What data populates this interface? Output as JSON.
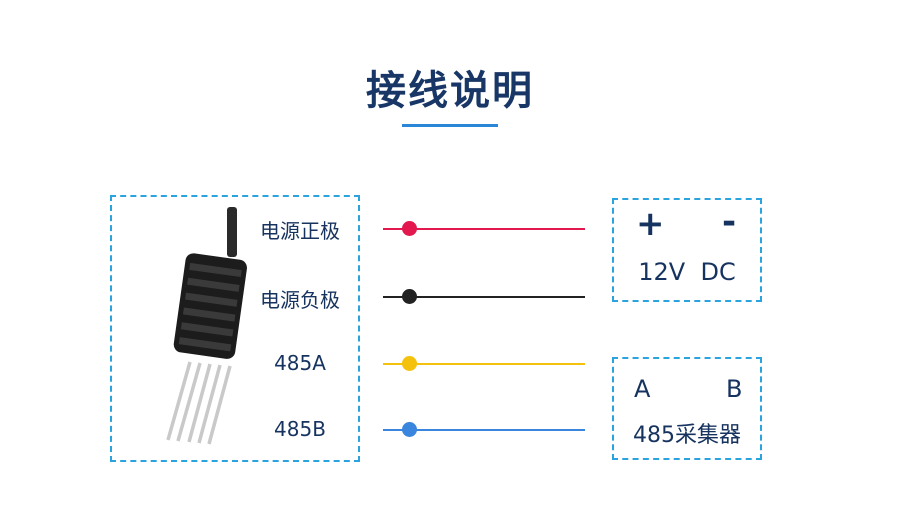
{
  "title": "接线说明",
  "sensor_labels": [
    "电源正极",
    "电源负极",
    "485A",
    "485B"
  ],
  "wire_colors": [
    "#e3184f",
    "#222222",
    "#f4c20d",
    "#3a85dd"
  ],
  "power_box": {
    "plus": "+",
    "minus": "-",
    "label": "12V  DC"
  },
  "rs485_box": {
    "a": "A",
    "b": "B",
    "label": "485采集器"
  },
  "colors": {
    "navy": "#183766",
    "dash": "#2aa3df"
  }
}
